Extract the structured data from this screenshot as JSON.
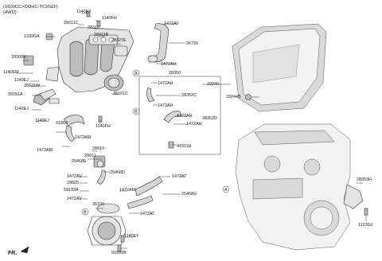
{
  "header": {
    "line1": "(1600CC>DOHC-TCI/GDI)",
    "line2": "(4WD)"
  },
  "fr_label": "FR.",
  "refs": {
    "a": "A",
    "b": "B"
  },
  "callouts": {
    "c1140EJ_top": "1140EJ",
    "c1140FH_top": "1140FH",
    "c39611C": "39611C",
    "c28310": "28310",
    "c1339GA": "1339GA",
    "c28411B": "28411B",
    "c28327E": "28327E",
    "c39300E": "39300E",
    "c1140EM": "1140EM",
    "c1140EJ_mid": "1140EJ",
    "c25621W": "25621W",
    "c39251A": "39251A",
    "c1140EJ_low": "1140EJ",
    "c1140EJ_low2": "1140EJ",
    "c35101C": "35101C",
    "c1140FH_low": "1140FH",
    "c91864": "91864",
    "c1472AM_a": "1472AM",
    "c1472AM_b": "1472AM",
    "c25468E": "25468E",
    "c1472AV_top": "1472AV",
    "c26720": "26720",
    "c1472AH_top": "1472AH",
    "c28350": "28350",
    "c1472AH_1": "1472AH",
    "c28352C": "28352C",
    "c1472AH_2": "1472AH",
    "c1472AH_3": "1472AH",
    "c28352D": "28352D",
    "c1472AH_4": "1472AH",
    "c41911H": "41911H",
    "c29240": "29240",
    "c29244B": "29244B",
    "c28910": "28910",
    "c29011": "29011",
    "c25468D": "25468D",
    "c1472AV_mid": "1472AV",
    "c1472AT_top": "1472AT",
    "c29025": "29025",
    "c59133A": "59133A",
    "c1472AV_low": "1472AV",
    "c1472AM_c": "1472AM",
    "c25468G": "25468G",
    "c1472AT_low": "1472AT",
    "c35100": "35100",
    "c1140EY": "1140EY",
    "c91931B": "91931B",
    "c28353H": "28353H",
    "c1123GJ": "1123GJ"
  }
}
